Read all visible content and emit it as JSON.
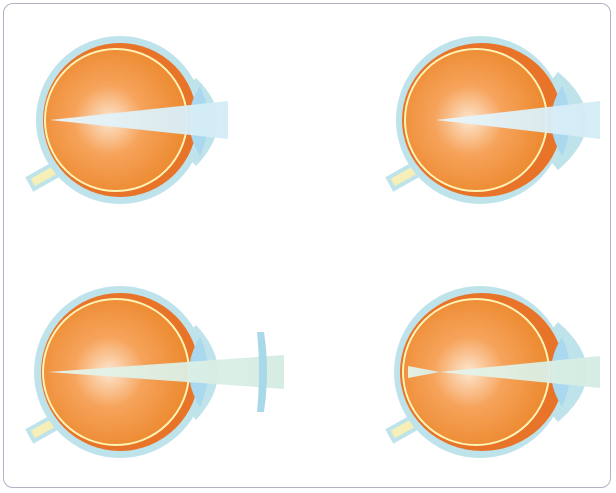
{
  "colors": {
    "frame_border": "#b5b0c4",
    "sclera": "#bfe3ea",
    "sclera_edge": "#8ecbd8",
    "choroid": "#e8742a",
    "retina_line": "#fff4b3",
    "vitreous_center": "#fde6cf",
    "vitreous_mid": "#f6a35b",
    "vitreous_edge": "#ec8a30",
    "lens": "#a9d8ef",
    "cornea": "#bfe3ea",
    "light_beam": "#dbeff7",
    "light_beam_corrected": "#dcefe6",
    "optic_nerve": "#f6f0b8",
    "corrective_lens": "#a9d8e8"
  },
  "panels": [
    {
      "id": "top-left",
      "variant": "far-focus",
      "corrective_lens": false
    },
    {
      "id": "top-right",
      "variant": "near-focus",
      "corrective_lens": false
    },
    {
      "id": "bottom-left",
      "variant": "corrected",
      "corrective_lens": true
    },
    {
      "id": "bottom-right",
      "variant": "crossed-focus",
      "corrective_lens": false
    }
  ]
}
